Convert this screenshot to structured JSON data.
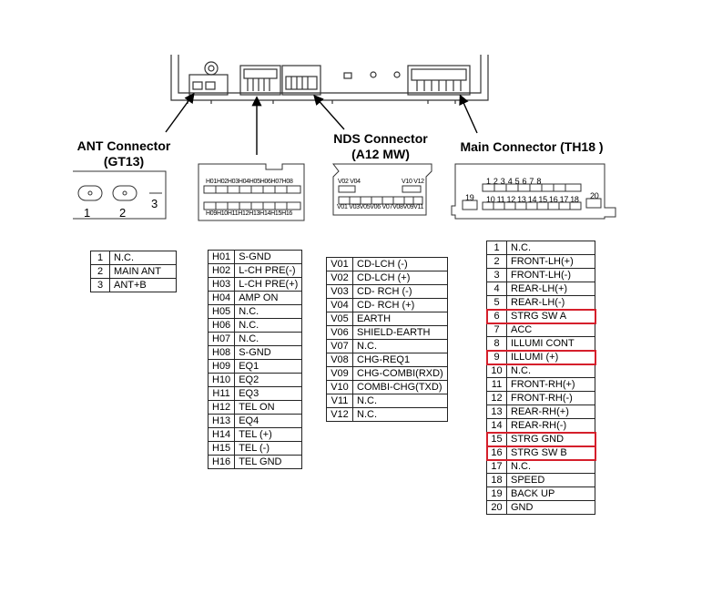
{
  "unit": {
    "ant_title_1": "ANT Connector",
    "ant_title_2": "(GT13)",
    "nds_title_1": "NDS Connector",
    "nds_title_2": "(A12 MW)",
    "main_title": "Main Connector (TH18 )"
  },
  "ant": {
    "pins": [
      "1",
      "2",
      "3"
    ],
    "rows": [
      {
        "pin": "1",
        "signal": "N.C."
      },
      {
        "pin": "2",
        "signal": "MAIN ANT"
      },
      {
        "pin": "3",
        "signal": "ANT+B"
      }
    ]
  },
  "h_conn": {
    "top_pins": "H01H02H03H04H05H06H07H08",
    "bottom_pins": "H09H10H11H12H13H14H15H16",
    "rows": [
      {
        "pin": "H01",
        "signal": "S-GND"
      },
      {
        "pin": "H02",
        "signal": "L-CH PRE(-)"
      },
      {
        "pin": "H03",
        "signal": "L-CH PRE(+)"
      },
      {
        "pin": "H04",
        "signal": "AMP ON"
      },
      {
        "pin": "H05",
        "signal": "N.C."
      },
      {
        "pin": "H06",
        "signal": "N.C."
      },
      {
        "pin": "H07",
        "signal": "N.C."
      },
      {
        "pin": "H08",
        "signal": "S-GND"
      },
      {
        "pin": "H09",
        "signal": "EQ1"
      },
      {
        "pin": "H10",
        "signal": "EQ2"
      },
      {
        "pin": "H11",
        "signal": "EQ3"
      },
      {
        "pin": "H12",
        "signal": "TEL ON"
      },
      {
        "pin": "H13",
        "signal": "EQ4"
      },
      {
        "pin": "H14",
        "signal": "TEL (+)"
      },
      {
        "pin": "H15",
        "signal": "TEL (-)"
      },
      {
        "pin": "H16",
        "signal": "TEL GND"
      }
    ]
  },
  "nds": {
    "top_left": "V02 V04",
    "top_right": "V10 V12",
    "bottom_pins": "V01 V03V05V06 V07V08V09V11",
    "rows": [
      {
        "pin": "V01",
        "signal": "CD-LCH (-)"
      },
      {
        "pin": "V02",
        "signal": "CD-LCH (+)"
      },
      {
        "pin": "V03",
        "signal": "CD- RCH (-)"
      },
      {
        "pin": "V04",
        "signal": "CD- RCH (+)"
      },
      {
        "pin": "V05",
        "signal": "EARTH"
      },
      {
        "pin": "V06",
        "signal": "SHIELD-EARTH"
      },
      {
        "pin": "V07",
        "signal": "N.C."
      },
      {
        "pin": "V08",
        "signal": "CHG-REQ1"
      },
      {
        "pin": "V09",
        "signal": "CHG-COMBI(RXD)"
      },
      {
        "pin": "V10",
        "signal": "COMBI-CHG(TXD)"
      },
      {
        "pin": "V11",
        "signal": "N.C."
      },
      {
        "pin": "V12",
        "signal": "N.C."
      }
    ]
  },
  "main": {
    "pin_19": "19",
    "pin_20": "20",
    "top_pins": "1  2  3  4  5  6  7  8",
    "bottom_pins": "10 11 12 13 14 15 16 17 18",
    "highlighted_pins": [
      "6",
      "9",
      "15",
      "16"
    ],
    "highlight_color": "#d51f2b",
    "rows": [
      {
        "pin": "1",
        "signal": "N.C."
      },
      {
        "pin": "2",
        "signal": "FRONT-LH(+)"
      },
      {
        "pin": "3",
        "signal": "FRONT-LH(-)"
      },
      {
        "pin": "4",
        "signal": "REAR-LH(+)"
      },
      {
        "pin": "5",
        "signal": "REAR-LH(-)"
      },
      {
        "pin": "6",
        "signal": "STRG SW A"
      },
      {
        "pin": "7",
        "signal": "ACC"
      },
      {
        "pin": "8",
        "signal": "ILLUMI CONT"
      },
      {
        "pin": "9",
        "signal": "ILLUMI (+)"
      },
      {
        "pin": "10",
        "signal": "N.C."
      },
      {
        "pin": "11",
        "signal": "FRONT-RH(+)"
      },
      {
        "pin": "12",
        "signal": "FRONT-RH(-)"
      },
      {
        "pin": "13",
        "signal": "REAR-RH(+)"
      },
      {
        "pin": "14",
        "signal": "REAR-RH(-)"
      },
      {
        "pin": "15",
        "signal": "STRG GND"
      },
      {
        "pin": "16",
        "signal": "STRG SW B"
      },
      {
        "pin": "17",
        "signal": "N.C."
      },
      {
        "pin": "18",
        "signal": "SPEED"
      },
      {
        "pin": "19",
        "signal": "BACK UP"
      },
      {
        "pin": "20",
        "signal": "GND"
      }
    ]
  }
}
